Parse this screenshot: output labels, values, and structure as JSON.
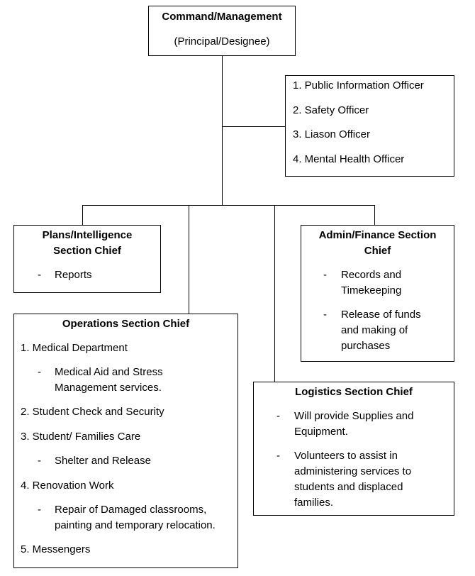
{
  "command": {
    "title": "Command/Management",
    "subtitle": "(Principal/Designee)"
  },
  "officers": [
    "1. Public Information Officer",
    "2. Safety Officer",
    "3. Liason Officer",
    "4. Mental Health Officer"
  ],
  "plans": {
    "title_line1": "Plans/Intelligence",
    "title_line2": "Section Chief",
    "items": [
      "Reports"
    ]
  },
  "admin": {
    "title_line1": "Admin/Finance Section",
    "title_line2": "Chief",
    "items": [
      [
        "Records and",
        "Timekeeping"
      ],
      [
        "Release of funds",
        "and making  of",
        "purchases"
      ]
    ]
  },
  "operations": {
    "title": "Operations Section Chief",
    "rows": [
      {
        "kind": "num",
        "text": "1. Medical Department"
      },
      {
        "kind": "dash",
        "lines": [
          "Medical Aid and Stress",
          "Management services."
        ]
      },
      {
        "kind": "num",
        "text": "2. Student Check and Security"
      },
      {
        "kind": "num",
        "text": "3. Student/ Families Care"
      },
      {
        "kind": "dash",
        "lines": [
          "Shelter and Release"
        ]
      },
      {
        "kind": "num",
        "text": "4. Renovation Work"
      },
      {
        "kind": "dash",
        "lines": [
          "Repair of Damaged classrooms,",
          "painting and temporary relocation."
        ]
      },
      {
        "kind": "num",
        "text": "5. Messengers"
      }
    ]
  },
  "logistics": {
    "title": "Logistics Section Chief",
    "items": [
      [
        "Will provide Supplies and",
        "Equipment."
      ],
      [
        "Volunteers to assist in",
        "administering services to",
        "students and displaced",
        "families."
      ]
    ]
  },
  "dash_symbol": "-"
}
